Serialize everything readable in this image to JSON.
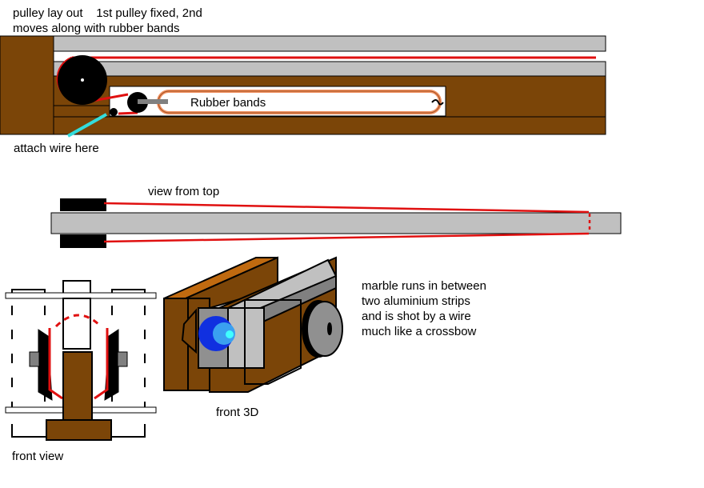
{
  "title": {
    "line1": "pulley lay out    1st pulley fixed, 2nd",
    "line2": "moves along with rubber bands"
  },
  "labels": {
    "rubber_bands": "Rubber bands",
    "attach_wire": "attach wire here",
    "view_from_top": "view from top",
    "front_view": "front view",
    "front_3d": "front 3D"
  },
  "description": [
    "marble runs in between",
    "two aluminium strips",
    "and is shot by a wire",
    "much like a crossbow"
  ],
  "colors": {
    "wood": "#7b4508",
    "aluminium": "#c0c0c0",
    "wire": "#e01010",
    "attach": "#33dddd",
    "band": "#f09060",
    "marble": "#1030e0"
  }
}
